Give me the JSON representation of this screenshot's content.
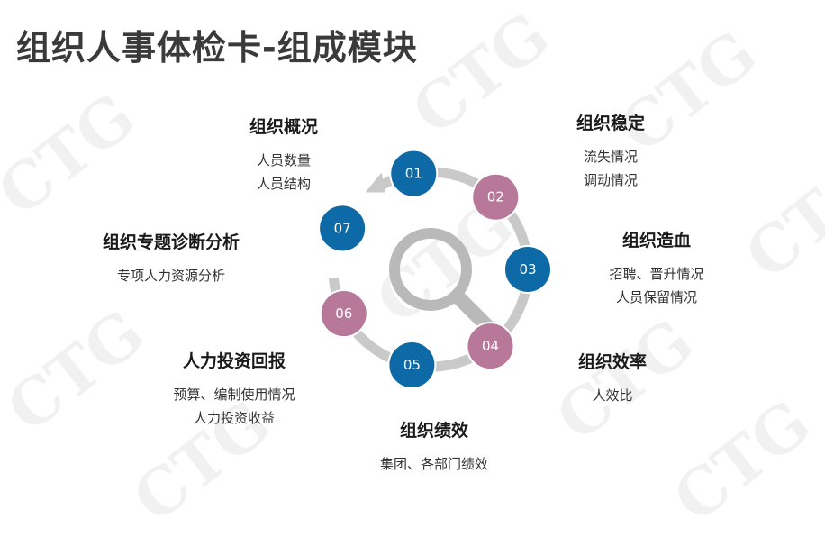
{
  "page_title": "组织人事体检卡-组成模块",
  "watermark_text": "CTG",
  "colors": {
    "blue": "#0e6aa6",
    "mauve": "#b7789a",
    "ring": "#c9c9c9",
    "magnifier": "#b9b9b9"
  },
  "steps": [
    {
      "num": "01",
      "color": "blue"
    },
    {
      "num": "02",
      "color": "mauve"
    },
    {
      "num": "03",
      "color": "blue"
    },
    {
      "num": "04",
      "color": "mauve"
    },
    {
      "num": "05",
      "color": "blue"
    },
    {
      "num": "06",
      "color": "mauve"
    },
    {
      "num": "07",
      "color": "blue"
    }
  ],
  "modules": {
    "m01": {
      "title": "组织概况",
      "lines": [
        "人员数量",
        "人员结构"
      ]
    },
    "m02": {
      "title": "组织稳定",
      "lines": [
        "流失情况",
        "调动情况"
      ]
    },
    "m03": {
      "title": "组织造血",
      "lines": [
        "招聘、晋升情况",
        "人员保留情况"
      ]
    },
    "m04": {
      "title": "组织效率",
      "lines": [
        "人效比"
      ]
    },
    "m05": {
      "title": "组织绩效",
      "lines": [
        "集团、各部门绩效"
      ]
    },
    "m06": {
      "title": "人力投资回报",
      "lines": [
        "预算、编制使用情况",
        "人力投资收益"
      ]
    },
    "m07": {
      "title": "组织专题诊断分析",
      "lines": [
        "专项人力资源分析"
      ]
    }
  }
}
